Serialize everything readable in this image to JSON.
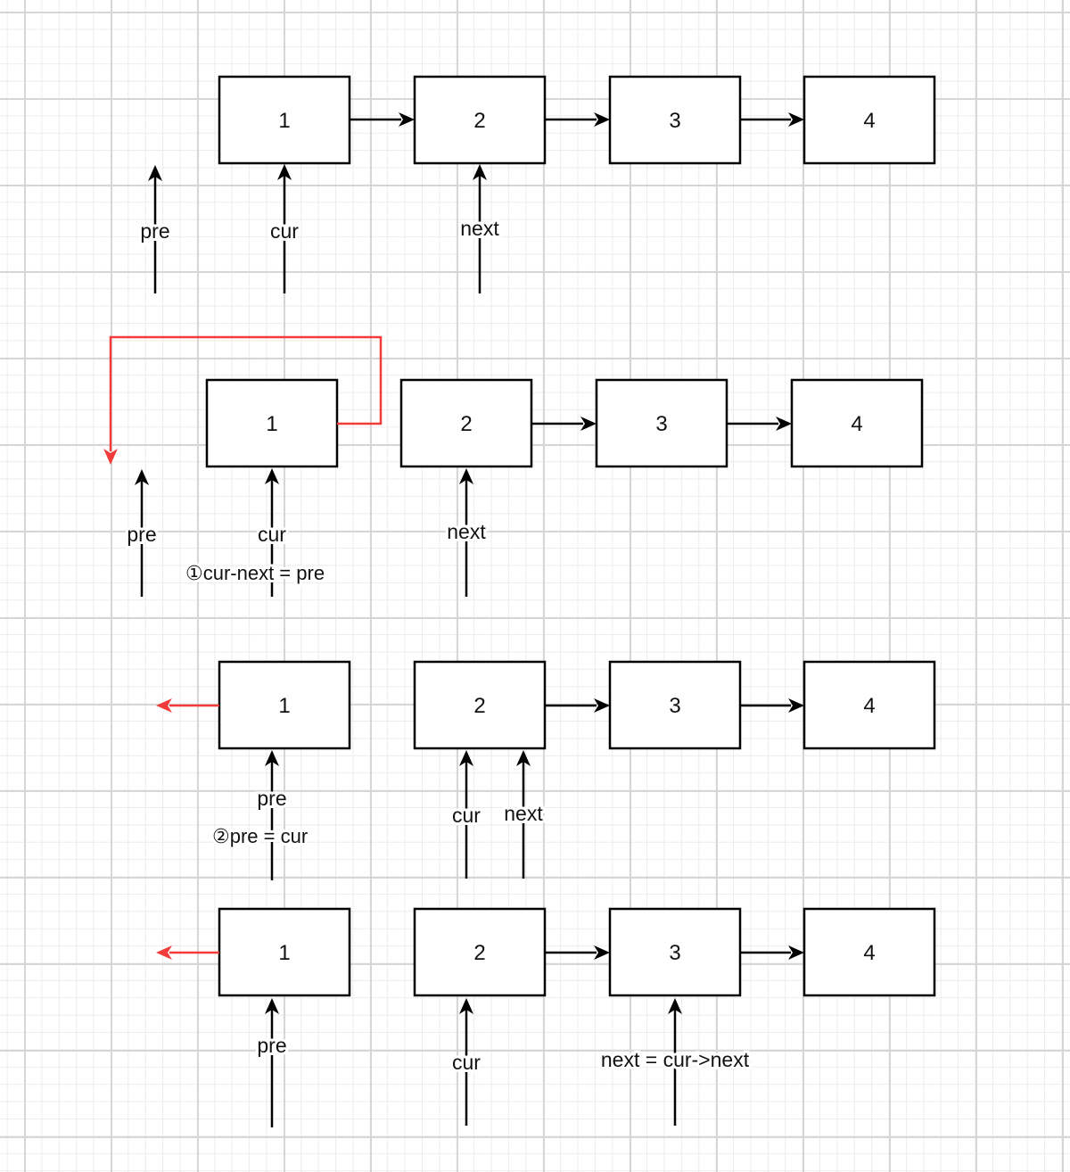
{
  "colors": {
    "node_border": "#000000",
    "arrow": "#000000",
    "highlight_arrow": "#f23c3c",
    "grid": "#d6d6d6",
    "background": "#ffffff"
  },
  "steps": [
    {
      "nodes": [
        "1",
        "2",
        "3",
        "4"
      ],
      "pointers": {
        "pre": "pre",
        "cur": "cur",
        "next": "next"
      },
      "note": ""
    },
    {
      "nodes": [
        "1",
        "2",
        "3",
        "4"
      ],
      "pointers": {
        "pre": "pre",
        "cur": "cur",
        "next": "next"
      },
      "note": "①cur-next = pre"
    },
    {
      "nodes": [
        "1",
        "2",
        "3",
        "4"
      ],
      "pointers": {
        "pre": "pre",
        "cur": "cur",
        "next": "next"
      },
      "note": "②pre = cur"
    },
    {
      "nodes": [
        "1",
        "2",
        "3",
        "4"
      ],
      "pointers": {
        "pre": "pre",
        "cur": "cur",
        "next": "next = cur->next"
      },
      "note": ""
    }
  ]
}
